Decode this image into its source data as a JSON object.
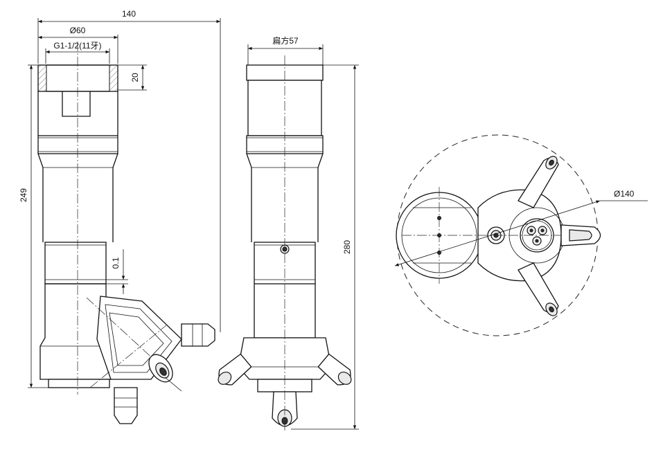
{
  "dimensions": {
    "overall_width": "140",
    "body_diameter": "Ø60",
    "thread": "G1-1/2(11牙)",
    "thread_depth": "20",
    "overall_height_front": "249",
    "gap": "0.1",
    "across_flats": "扁方57",
    "overall_height_side": "280",
    "sweep_diameter": "Ø140"
  }
}
